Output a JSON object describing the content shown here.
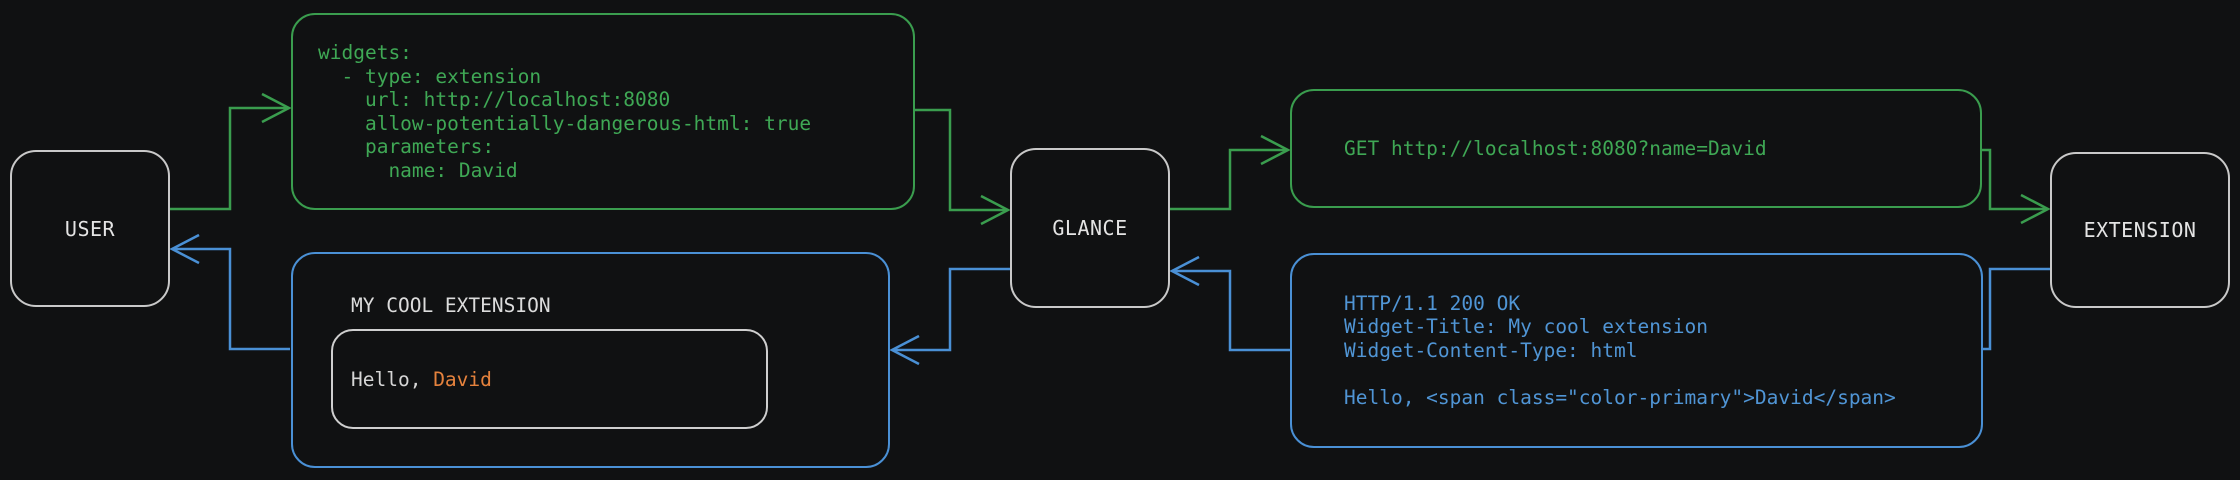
{
  "nodes": {
    "user": {
      "label": "USER"
    },
    "glance": {
      "label": "GLANCE"
    },
    "extension": {
      "label": "EXTENSION"
    }
  },
  "config_snippet": {
    "language": "yaml",
    "lines": [
      "widgets:",
      "  - type: extension",
      "    url: http://localhost:8080",
      "    allow-potentially-dangerous-html: true",
      "    parameters:",
      "      name: David"
    ]
  },
  "request_snippet": {
    "text": "GET http://localhost:8080?name=David"
  },
  "response_snippet": {
    "lines": [
      "HTTP/1.1 200 OK",
      "Widget-Title: My cool extension",
      "Widget-Content-Type: html",
      "",
      "Hello, <span class=\"color-primary\">David</span>"
    ]
  },
  "widget_preview": {
    "title": "MY COOL EXTENSION",
    "greeting_prefix": "Hello, ",
    "greeting_name": "David"
  },
  "colors": {
    "request_green": "#3a9d4e",
    "response_blue": "#4a90d5",
    "name_orange": "#e5823d",
    "node_border": "#c9c9c9",
    "background": "#101112"
  }
}
